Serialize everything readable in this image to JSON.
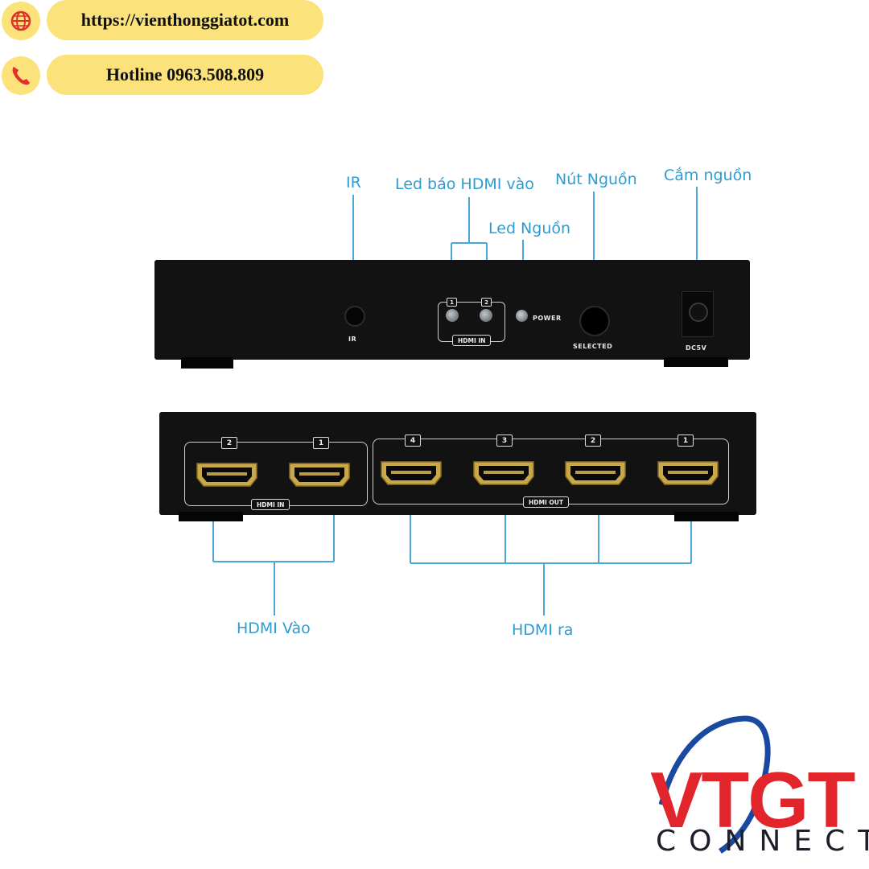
{
  "contact": {
    "website": "https://vienthonggiatot.com",
    "hotline": "Hotline 0963.508.809"
  },
  "callouts": {
    "ir": "IR",
    "hdmi_in_leds": "Led báo HDMI vào",
    "power_led": "Led Nguồn",
    "power_button": "Nút Nguồn",
    "power_jack": "Cắm nguồn",
    "hdmi_in": "HDMI Vào",
    "hdmi_out": "HDMI ra"
  },
  "front_panel": {
    "ir_label": "IR",
    "led_1": "1",
    "led_2": "2",
    "hdmi_in_label": "HDMI IN",
    "power_label": "POWER",
    "selected_label": "SELECTED",
    "dc_label": "DC5V"
  },
  "back_panel": {
    "input_numbers": [
      "2",
      "1"
    ],
    "input_label": "HDMI IN",
    "output_numbers": [
      "4",
      "3",
      "2",
      "1"
    ],
    "output_label": "HDMI OUT"
  },
  "logo": {
    "brand": "VTGT",
    "sub": "CONNECT"
  },
  "colors": {
    "accent_yellow": "#fbe27a",
    "callout_blue": "#2f9bd3",
    "brand_red": "#e1252a",
    "brand_blue": "#1a4aa0"
  }
}
